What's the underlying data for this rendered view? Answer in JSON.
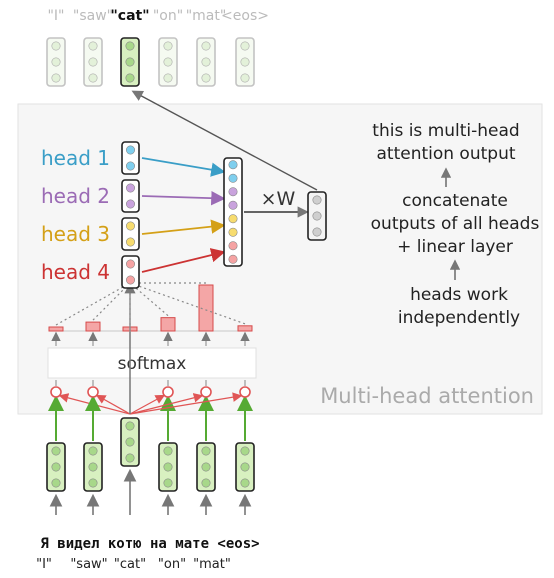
{
  "top_tokens": [
    {
      "text": "\"I\"",
      "highlight": false
    },
    {
      "text": "\"saw\"",
      "highlight": false
    },
    {
      "text": "\"cat\"",
      "highlight": true
    },
    {
      "text": "\"on\"",
      "highlight": false
    },
    {
      "text": "\"mat\"",
      "highlight": false
    },
    {
      "text": "<eos>",
      "highlight": false
    }
  ],
  "heads": [
    {
      "label": "head 1",
      "color": "#3a9ec7",
      "fill": "#7fcfee"
    },
    {
      "label": "head 2",
      "color": "#9b6bb5",
      "fill": "#c9a3dd"
    },
    {
      "label": "head 3",
      "color": "#d4a017",
      "fill": "#f7dc6f"
    },
    {
      "label": "head 4",
      "color": "#cc3333",
      "fill": "#f5a3a3"
    }
  ],
  "linear_label": "×W",
  "annotations": {
    "output": [
      "this is multi-head",
      "attention output"
    ],
    "concat": [
      "concatenate",
      "outputs of all heads",
      "+ linear layer"
    ],
    "independent": [
      "heads work",
      "independently"
    ]
  },
  "softmax_label": "softmax",
  "box_title": "Multi-head attention",
  "attention_weights": [
    0.05,
    0.12,
    0.02,
    0.18,
    0.62,
    0.07
  ],
  "source_sentence": "Я видел котю на мате <eos>",
  "bottom_tokens": [
    "\"I\"",
    "\"saw\"",
    "\"cat\"",
    "\"on\"",
    "\"mat\""
  ],
  "colors": {
    "vector_border": "#222222",
    "vector_fill": "#d8f0c0",
    "vector_dot": "#a8d88a",
    "grey_dot": "#cfcfcf",
    "green_arrow": "#55aa33",
    "red": "#e05555",
    "panel_bg": "#f6f6f6",
    "panel_border": "#e2e2e2",
    "gray_text": "#aaaaaa"
  }
}
